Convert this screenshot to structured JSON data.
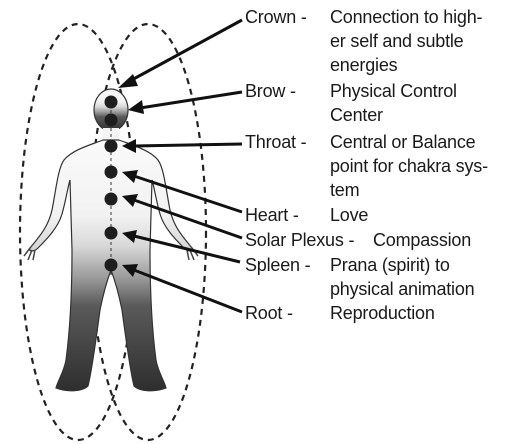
{
  "chakras": [
    {
      "name": "Crown",
      "separator": " -",
      "description_lines": [
        "Connection to high-",
        "er self and subtle",
        "energies"
      ]
    },
    {
      "name": "Brow",
      "separator": " -",
      "description_lines": [
        "Physical Control",
        "Center"
      ]
    },
    {
      "name": "Throat",
      "separator": " -",
      "description_lines": [
        "Central or Balance",
        "point for chakra sys-",
        "tem"
      ]
    },
    {
      "name": "Heart",
      "separator": " -",
      "description_lines": [
        "Love"
      ]
    },
    {
      "name": "Solar Plexus",
      "separator": " -",
      "description_lines": [
        "Compassion"
      ]
    },
    {
      "name": "Spleen",
      "separator": " -",
      "description_lines": [
        "Prana (spirit) to",
        "physical animation"
      ]
    },
    {
      "name": "Root",
      "separator": " -",
      "description_lines": [
        "Reproduction"
      ]
    }
  ],
  "colors": {
    "ink": "#1a1a1a",
    "body_light": "#f4f4f4",
    "body_dark": "#3a3a3a",
    "chakra_dot": "#1e1e1e",
    "aura_stroke": "#222222"
  }
}
